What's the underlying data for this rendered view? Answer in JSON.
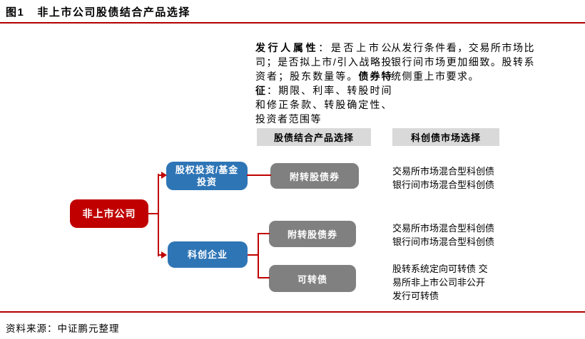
{
  "figure": {
    "label": "图1",
    "title": "非上市公司股债结合产品选择"
  },
  "notes": {
    "issuer_attr_label": "发行人属性",
    "issuer_attr_text": "：是否上市公司；是否拟上市/引入战略投资者；股东数量等。",
    "bond_feature_label": "债券特征",
    "bond_feature_text": "：期限、利率、转股时间和修正条款、转股确定性、投资者范围等",
    "market_note": "从发行条件看，交易所市场比银行间市场更加细致。股转系统侧重上市要求。"
  },
  "column_headers": {
    "product_selection": "股债结合产品选择",
    "market_selection": "科创债市场选择"
  },
  "flowchart": {
    "root": "非上市公司",
    "branches": [
      "股权投资/基金投资",
      "科创企业"
    ],
    "products": [
      "附转股债券",
      "附转股债券",
      "可转债"
    ],
    "market_annotations": [
      "交易所市场混合型科创债\n银行间市场混合型科创债",
      "交易所市场混合型科创债\n银行间市场混合型科创债",
      "股转系统定向可转债\n交易所非上市公司非公开发行可转债"
    ]
  },
  "footer": {
    "source": "资料来源：中证鹏元整理"
  },
  "colors": {
    "accent_red": "#B00000",
    "node_red": "#C00000",
    "node_blue": "#2E75B6",
    "node_gray": "#808080",
    "header_gray": "#D9D9D9",
    "connector_red": "#C00000"
  }
}
